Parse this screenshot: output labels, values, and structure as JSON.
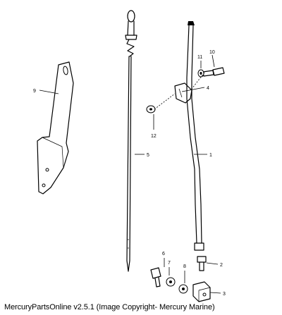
{
  "diagram": {
    "callouts": [
      "1",
      "2",
      "3",
      "4",
      "5",
      "6",
      "7",
      "8",
      "9",
      "10",
      "11",
      "12"
    ],
    "parts": {
      "1": "dipstick tube",
      "2": "fitting",
      "3": "block",
      "4": "clamp",
      "5": "dipstick",
      "6": "bolt",
      "7": "washer",
      "8": "washer",
      "9": "bracket",
      "10": "bolt",
      "11": "washer",
      "12": "washer"
    }
  },
  "footer": {
    "caption": "MercuryPartsOnline v2.5.1 (Image Copyright- Mercury Marine)"
  }
}
